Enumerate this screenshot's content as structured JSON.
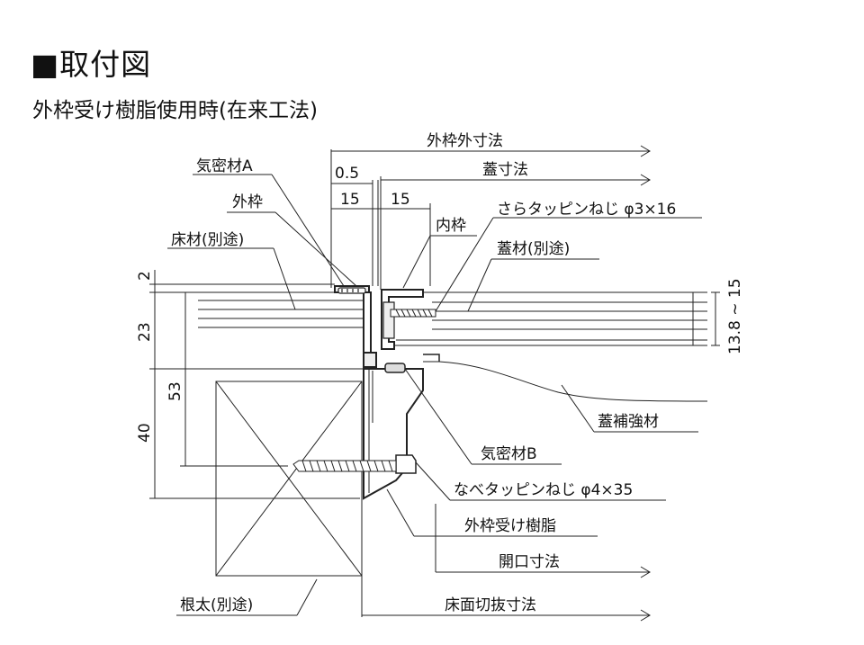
{
  "page": {
    "title": "■取付図",
    "subtitle": "外枠受け樹脂使用時(在来工法)"
  },
  "labels": {
    "outer_frame_outer_dim": "外枠外寸法",
    "lid_dim": "蓋寸法",
    "seal_a": "気密材A",
    "outer_frame": "外枠",
    "floor_material": "床材(別途)",
    "inner_frame": "内枠",
    "tapping_screw_flat": "さらタッピンねじ φ3×16",
    "lid_material": "蓋材(別途)",
    "lid_reinforcement": "蓋補強材",
    "seal_b": "気密材B",
    "tapping_screw_pan": "なべタッピンねじ φ4×35",
    "frame_support_resin": "外枠受け樹脂",
    "opening_dim": "開口寸法",
    "floor_cutout_dim": "床面切抜寸法",
    "joist": "根太(別途)"
  },
  "dimensions": {
    "gap": "0.5",
    "w1": "15",
    "w2": "15",
    "h_top": "2",
    "h_floor": "23",
    "h_depth": "53",
    "h_joist": "40",
    "lid_thickness": "13.8 ~ 15"
  }
}
